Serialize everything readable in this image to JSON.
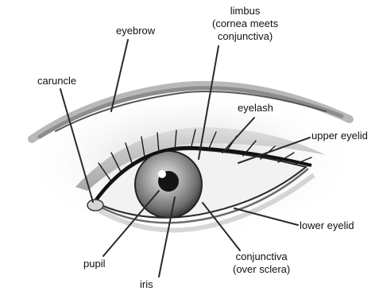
{
  "labels": {
    "eyebrow": "eyebrow",
    "limbus": [
      "limbus",
      "(cornea meets",
      "conjunctiva)"
    ],
    "caruncle": "caruncle",
    "eyelash": "eyelash",
    "upper_eyelid": "upper eyelid",
    "lower_eyelid": "lower eyelid",
    "pupil": "pupil",
    "iris": "iris",
    "conjunctiva": [
      "conjunctiva",
      "(over sclera)"
    ]
  },
  "colors": {
    "background": "#ffffff",
    "text": "#111111",
    "leader_line": "#2a2a2a",
    "pencil_dark": "#1e1e1e",
    "pencil_mid": "#7a7a7a",
    "pencil_light": "#c8c8c8"
  }
}
